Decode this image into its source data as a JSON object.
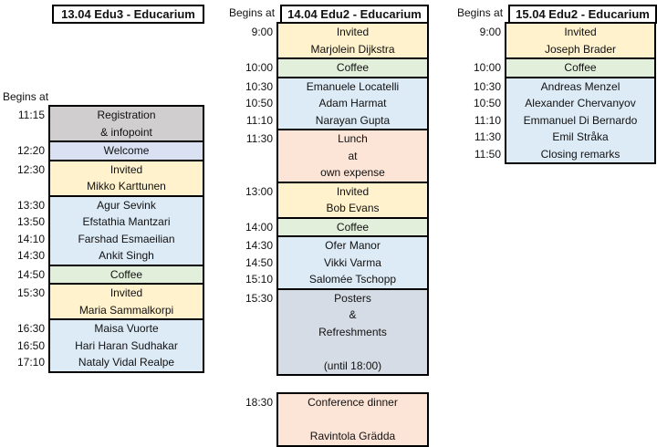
{
  "colors": {
    "reg": "#d0cece",
    "welcome": "#d9e1f2",
    "invited": "#fff2cc",
    "talk": "#ddebf7",
    "coffee": "#e2efda",
    "lunch": "#fce4d6",
    "posters": "#d6dce5"
  },
  "days": [
    {
      "header": "13.04 Edu3 - Educarium",
      "begins": "Begins at",
      "blocks": [
        {
          "color": "reg",
          "lines": [
            {
              "time": "11:15",
              "text": "Registration"
            },
            {
              "time": "",
              "text": "& infopoint"
            }
          ]
        },
        {
          "color": "welcome",
          "lines": [
            {
              "time": "12:20",
              "text": "Welcome"
            }
          ]
        },
        {
          "color": "invited",
          "lines": [
            {
              "time": "12:30",
              "text": "Invited"
            },
            {
              "time": "",
              "text": "Mikko Karttunen"
            }
          ]
        },
        {
          "color": "talk",
          "lines": [
            {
              "time": "13:30",
              "text": "Agur Sevink"
            },
            {
              "time": "13:50",
              "text": "Efstathia Mantzari"
            },
            {
              "time": "14:10",
              "text": "Farshad Esmaeilian"
            },
            {
              "time": "14:30",
              "text": "Ankit Singh"
            }
          ]
        },
        {
          "color": "coffee",
          "lines": [
            {
              "time": "14:50",
              "text": "Coffee"
            }
          ]
        },
        {
          "color": "invited",
          "lines": [
            {
              "time": "15:30",
              "text": "Invited"
            },
            {
              "time": "",
              "text": "Maria Sammalkorpi"
            }
          ]
        },
        {
          "color": "talk",
          "lines": [
            {
              "time": "16:30",
              "text": "Maisa Vuorte"
            },
            {
              "time": "16:50",
              "text": "Hari Haran Sudhakar"
            },
            {
              "time": "17:10",
              "text": "Nataly Vidal Realpe"
            }
          ]
        }
      ]
    },
    {
      "header": "14.04 Edu2 - Educarium",
      "begins": "Begins at",
      "blocks": [
        {
          "color": "invited",
          "lines": [
            {
              "time": "9:00",
              "text": "Invited"
            },
            {
              "time": "",
              "text": "Marjolein Dijkstra"
            }
          ]
        },
        {
          "color": "coffee",
          "lines": [
            {
              "time": "10:00",
              "text": "Coffee"
            }
          ]
        },
        {
          "color": "talk",
          "lines": [
            {
              "time": "10:30",
              "text": "Emanuele Locatelli"
            },
            {
              "time": "10:50",
              "text": "Adam Harmat"
            },
            {
              "time": "11:10",
              "text": "Narayan Gupta"
            }
          ]
        },
        {
          "color": "lunch",
          "lines": [
            {
              "time": "11:30",
              "text": "Lunch"
            },
            {
              "time": "",
              "text": "at"
            },
            {
              "time": "",
              "text": "own expense"
            }
          ]
        },
        {
          "color": "invited",
          "lines": [
            {
              "time": "13:00",
              "text": "Invited"
            },
            {
              "time": "",
              "text": "Bob Evans"
            }
          ]
        },
        {
          "color": "coffee",
          "lines": [
            {
              "time": "14:00",
              "text": "Coffee"
            }
          ]
        },
        {
          "color": "talk",
          "lines": [
            {
              "time": "14:30",
              "text": "Ofer Manor"
            },
            {
              "time": "14:50",
              "text": "Vikki Varma"
            },
            {
              "time": "15:10",
              "text": "Salomée Tschopp"
            }
          ]
        },
        {
          "color": "posters",
          "lines": [
            {
              "time": "15:30",
              "text": "Posters"
            },
            {
              "time": "",
              "text": "&"
            },
            {
              "time": "",
              "text": "Refreshments"
            },
            {
              "time": "",
              "text": ""
            },
            {
              "time": "",
              "text": "(until 18:00)"
            }
          ]
        },
        {
          "color": "lunch",
          "gap": true,
          "lines": [
            {
              "time": "18:30",
              "text": "Conference dinner"
            },
            {
              "time": "",
              "text": ""
            },
            {
              "time": "",
              "text": "Ravintola Grädda"
            }
          ]
        }
      ]
    },
    {
      "header": "15.04 Edu2 - Educarium",
      "begins": "Begins at",
      "blocks": [
        {
          "color": "invited",
          "lines": [
            {
              "time": "9:00",
              "text": "Invited"
            },
            {
              "time": "",
              "text": "Joseph Brader"
            }
          ]
        },
        {
          "color": "coffee",
          "lines": [
            {
              "time": "10:00",
              "text": "Coffee"
            }
          ]
        },
        {
          "color": "talk",
          "lines": [
            {
              "time": "10:30",
              "text": "Andreas Menzel"
            },
            {
              "time": "10:50",
              "text": "Alexander Chervanyov"
            },
            {
              "time": "11:10",
              "text": "Emmanuel Di Bernardo"
            },
            {
              "time": "11:30",
              "text": "Emil Stråka"
            },
            {
              "time": "11:50",
              "text": "Closing remarks"
            }
          ]
        }
      ]
    }
  ]
}
